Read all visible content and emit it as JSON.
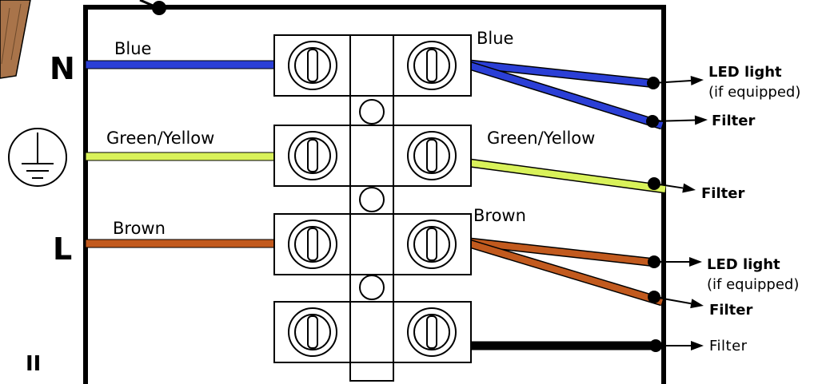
{
  "side_labels": {
    "neutral": "N",
    "live": "L",
    "class": "II"
  },
  "wires_left": [
    {
      "id": "blue-in",
      "label": "Blue",
      "color": "#2b3fd6"
    },
    {
      "id": "green-yellow-in",
      "label": "Green/Yellow",
      "color": "#d9f25a"
    },
    {
      "id": "brown-in",
      "label": "Brown",
      "color": "#c25a1e"
    }
  ],
  "wires_right": [
    {
      "id": "blue-out",
      "label": "Blue",
      "color": "#2b3fd6"
    },
    {
      "id": "green-yellow-out",
      "label": "Green/Yellow",
      "color": "#d9f25a"
    },
    {
      "id": "brown-out",
      "label": "Brown",
      "color": "#c25a1e"
    }
  ],
  "outputs": [
    {
      "label": "LED light",
      "sub": "(if equipped)",
      "bold": true
    },
    {
      "label": "Filter",
      "sub": "",
      "bold": true
    },
    {
      "label": "Filter",
      "sub": "",
      "bold": true
    },
    {
      "label": "LED light",
      "sub": "(if equipped)",
      "bold": true
    },
    {
      "label": "Filter",
      "sub": "",
      "bold": true
    },
    {
      "label": "Filter",
      "sub": "",
      "bold": false
    }
  ],
  "colors": {
    "outline": "#000000",
    "terminal_fill": "#ffffff",
    "black_wire": "#000000",
    "wood": "#a9744a"
  },
  "icons": [
    "ground-symbol-icon",
    "screw-terminal-icon",
    "arrow-right-icon"
  ]
}
